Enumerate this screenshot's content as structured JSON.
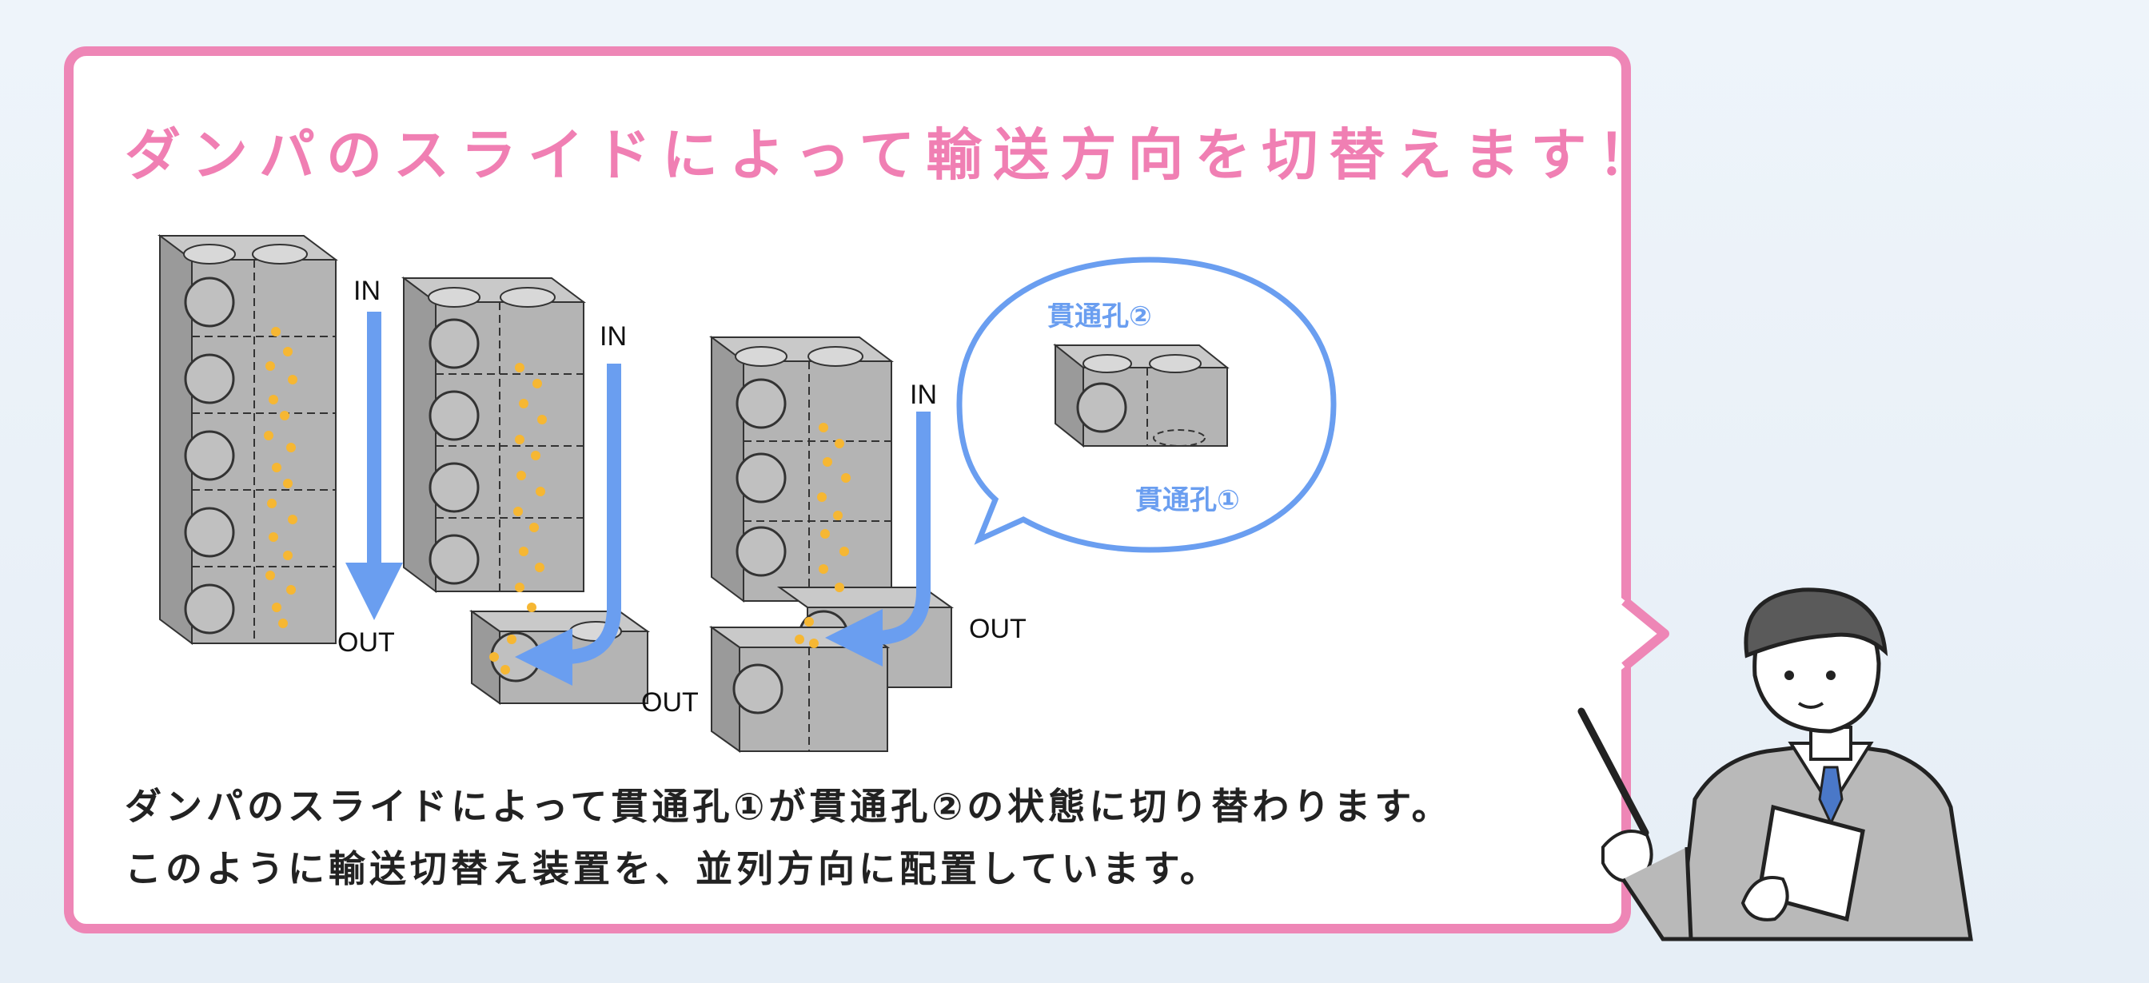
{
  "title": "ダンパのスライドによって輸送方向を切替えます！",
  "labels": {
    "in": "IN",
    "out": "OUT",
    "hole1": "貫通孔①",
    "hole2": "貫通孔②"
  },
  "body": {
    "line1": "ダンパのスライドによって貫通孔①が貫通孔②の状態に切り替わります。",
    "line2": "このように輸送切替え装置を、並列方向に配置しています。"
  },
  "colors": {
    "accent_pink": "#ee86b6",
    "arrow_blue": "#6a9ef0",
    "pellet_yellow": "#f6b733",
    "block_gray": "#a9a9a9"
  },
  "icons": [
    "presenter-illustration",
    "pointer-stick",
    "speech-bubble"
  ]
}
